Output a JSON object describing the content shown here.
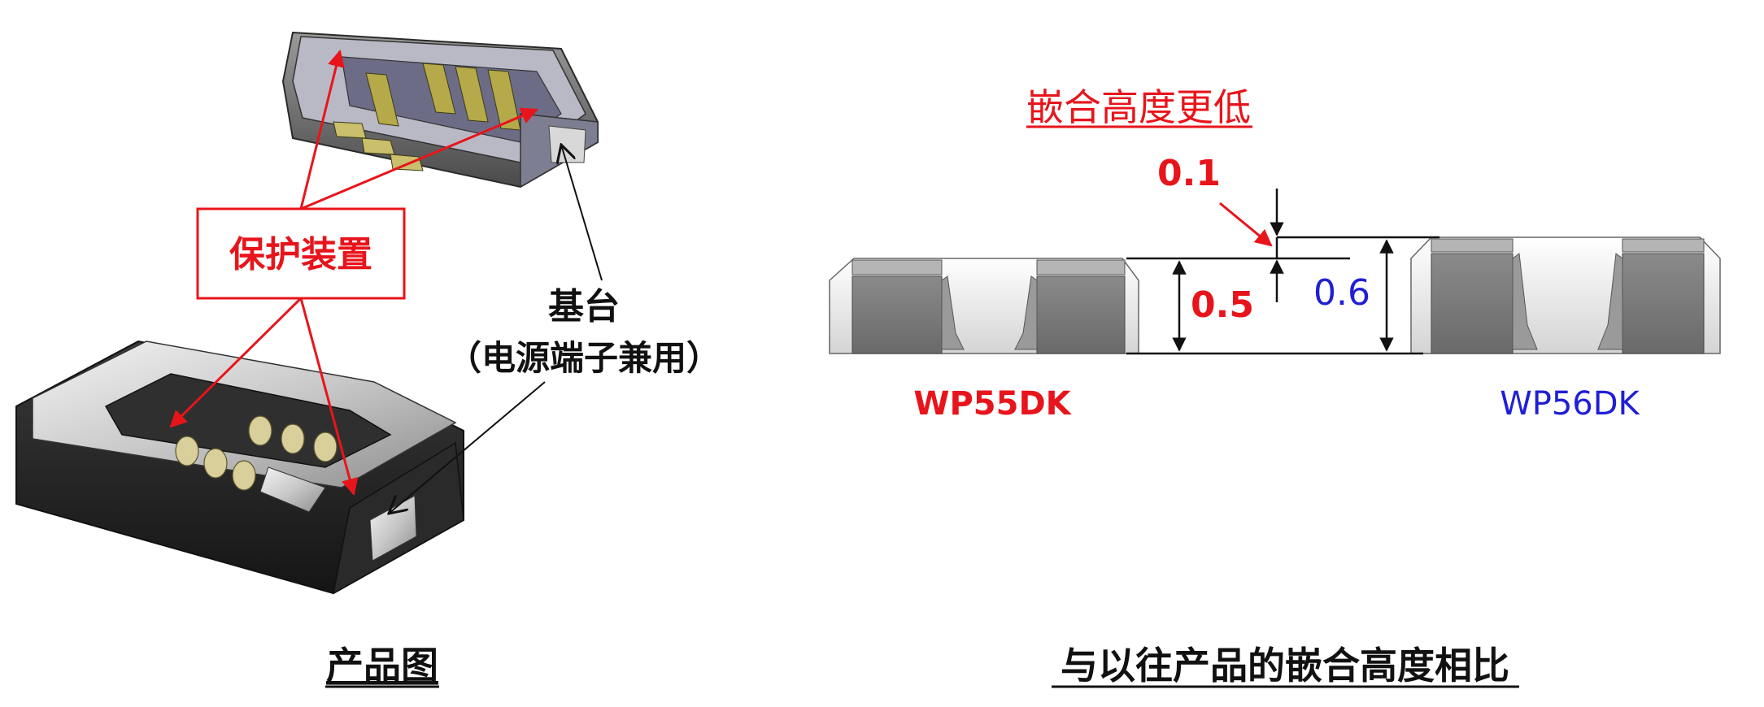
{
  "left_panel": {
    "protection_label": "保护装置",
    "base_label_line1": "基台",
    "base_label_line2": "（电源端子兼用）",
    "caption": "产品图"
  },
  "right_panel": {
    "title": "嵌合高度更低",
    "dim_01": "0.1",
    "dim_05": "0.5",
    "dim_06": "0.6",
    "model_left": "WP55DK",
    "model_right": "WP56DK",
    "caption": "与以往产品的嵌合高度相比"
  },
  "colors": {
    "red": "#e8141b",
    "blue": "#1f1fd6",
    "black": "#111111"
  }
}
